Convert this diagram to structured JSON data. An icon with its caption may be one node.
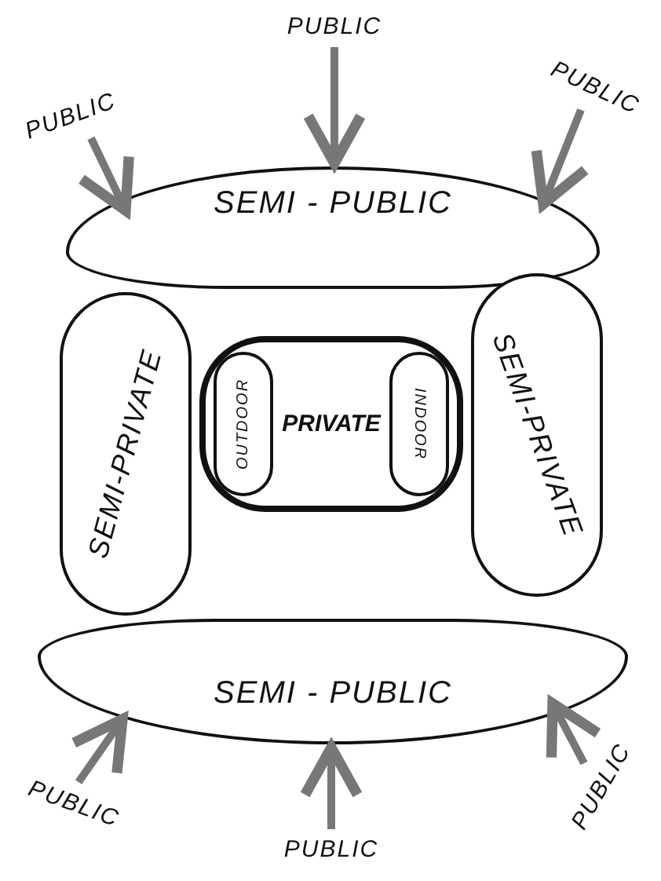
{
  "diagram": {
    "nodes": [
      {
        "text": [
          "PUBLIC"
        ]
      },
      {
        "text": [
          "PUBLIC"
        ]
      },
      {
        "text": [
          "PUBLIC"
        ]
      },
      {
        "text": [
          "SEMI - PUBLIC"
        ]
      },
      {
        "text": [
          "SEMI-PRIVATE"
        ]
      },
      {
        "text": [
          "SEMI-PRIVATE"
        ]
      },
      {
        "text": [
          "PRIVATE"
        ]
      },
      {
        "text": [
          "OUTDOOR"
        ],
        "in": 6
      },
      {
        "text": [
          "INDOOR"
        ],
        "in": 6
      },
      {
        "text": [
          "SEMI - PUBLIC"
        ]
      },
      {
        "text": [
          "PUBLIC"
        ]
      },
      {
        "text": [
          "PUBLIC"
        ]
      },
      {
        "text": [
          "PUBLIC"
        ]
      }
    ],
    "edges": [
      {
        "from": 0,
        "to": 3,
        "arrow": "to"
      },
      {
        "from": 1,
        "to": 3,
        "arrow": "to"
      },
      {
        "from": 2,
        "to": 3,
        "arrow": "to"
      },
      {
        "from": 10,
        "to": 9,
        "arrow": "to"
      },
      {
        "from": 11,
        "to": 9,
        "arrow": "to"
      },
      {
        "from": 12,
        "to": 9,
        "arrow": "to"
      }
    ]
  }
}
